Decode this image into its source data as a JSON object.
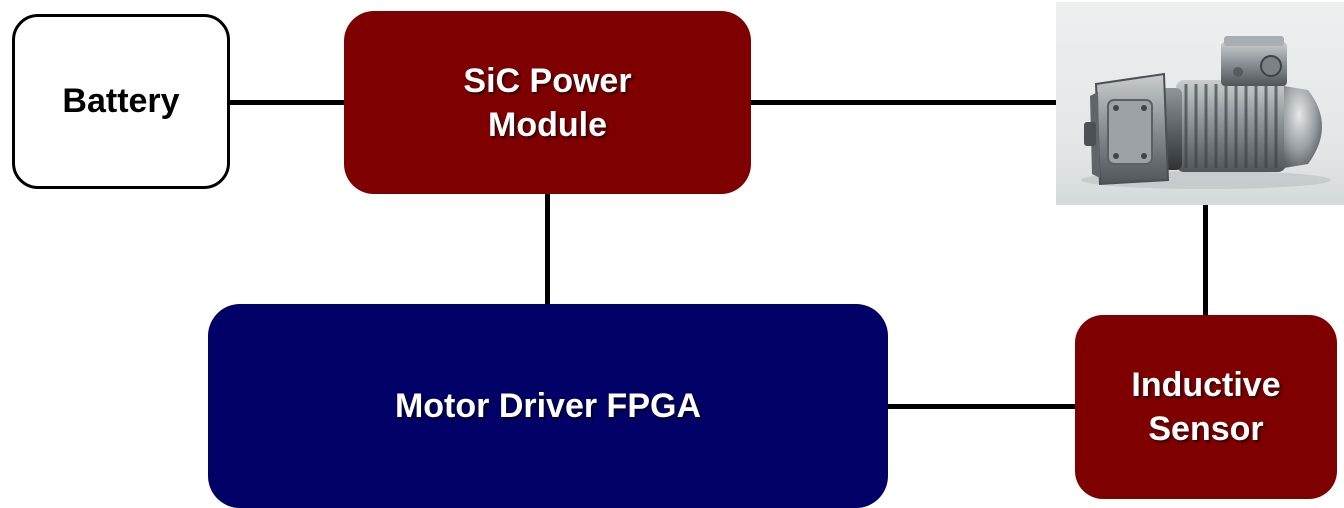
{
  "blocks": {
    "battery": {
      "label": "Battery"
    },
    "sic_power_module": {
      "line1": "SiC Power",
      "line2": "Module"
    },
    "motor_driver": {
      "label": "Motor Driver FPGA"
    },
    "inductive_sensor": {
      "line1": "Inductive",
      "line2": "Sensor"
    }
  },
  "images": {
    "motor": {
      "icon": "geared-electric-motor"
    }
  },
  "colors": {
    "power_block": "#7e0000",
    "driver_block": "#010066",
    "wire": "#000000",
    "text_light": "#ffffff"
  }
}
